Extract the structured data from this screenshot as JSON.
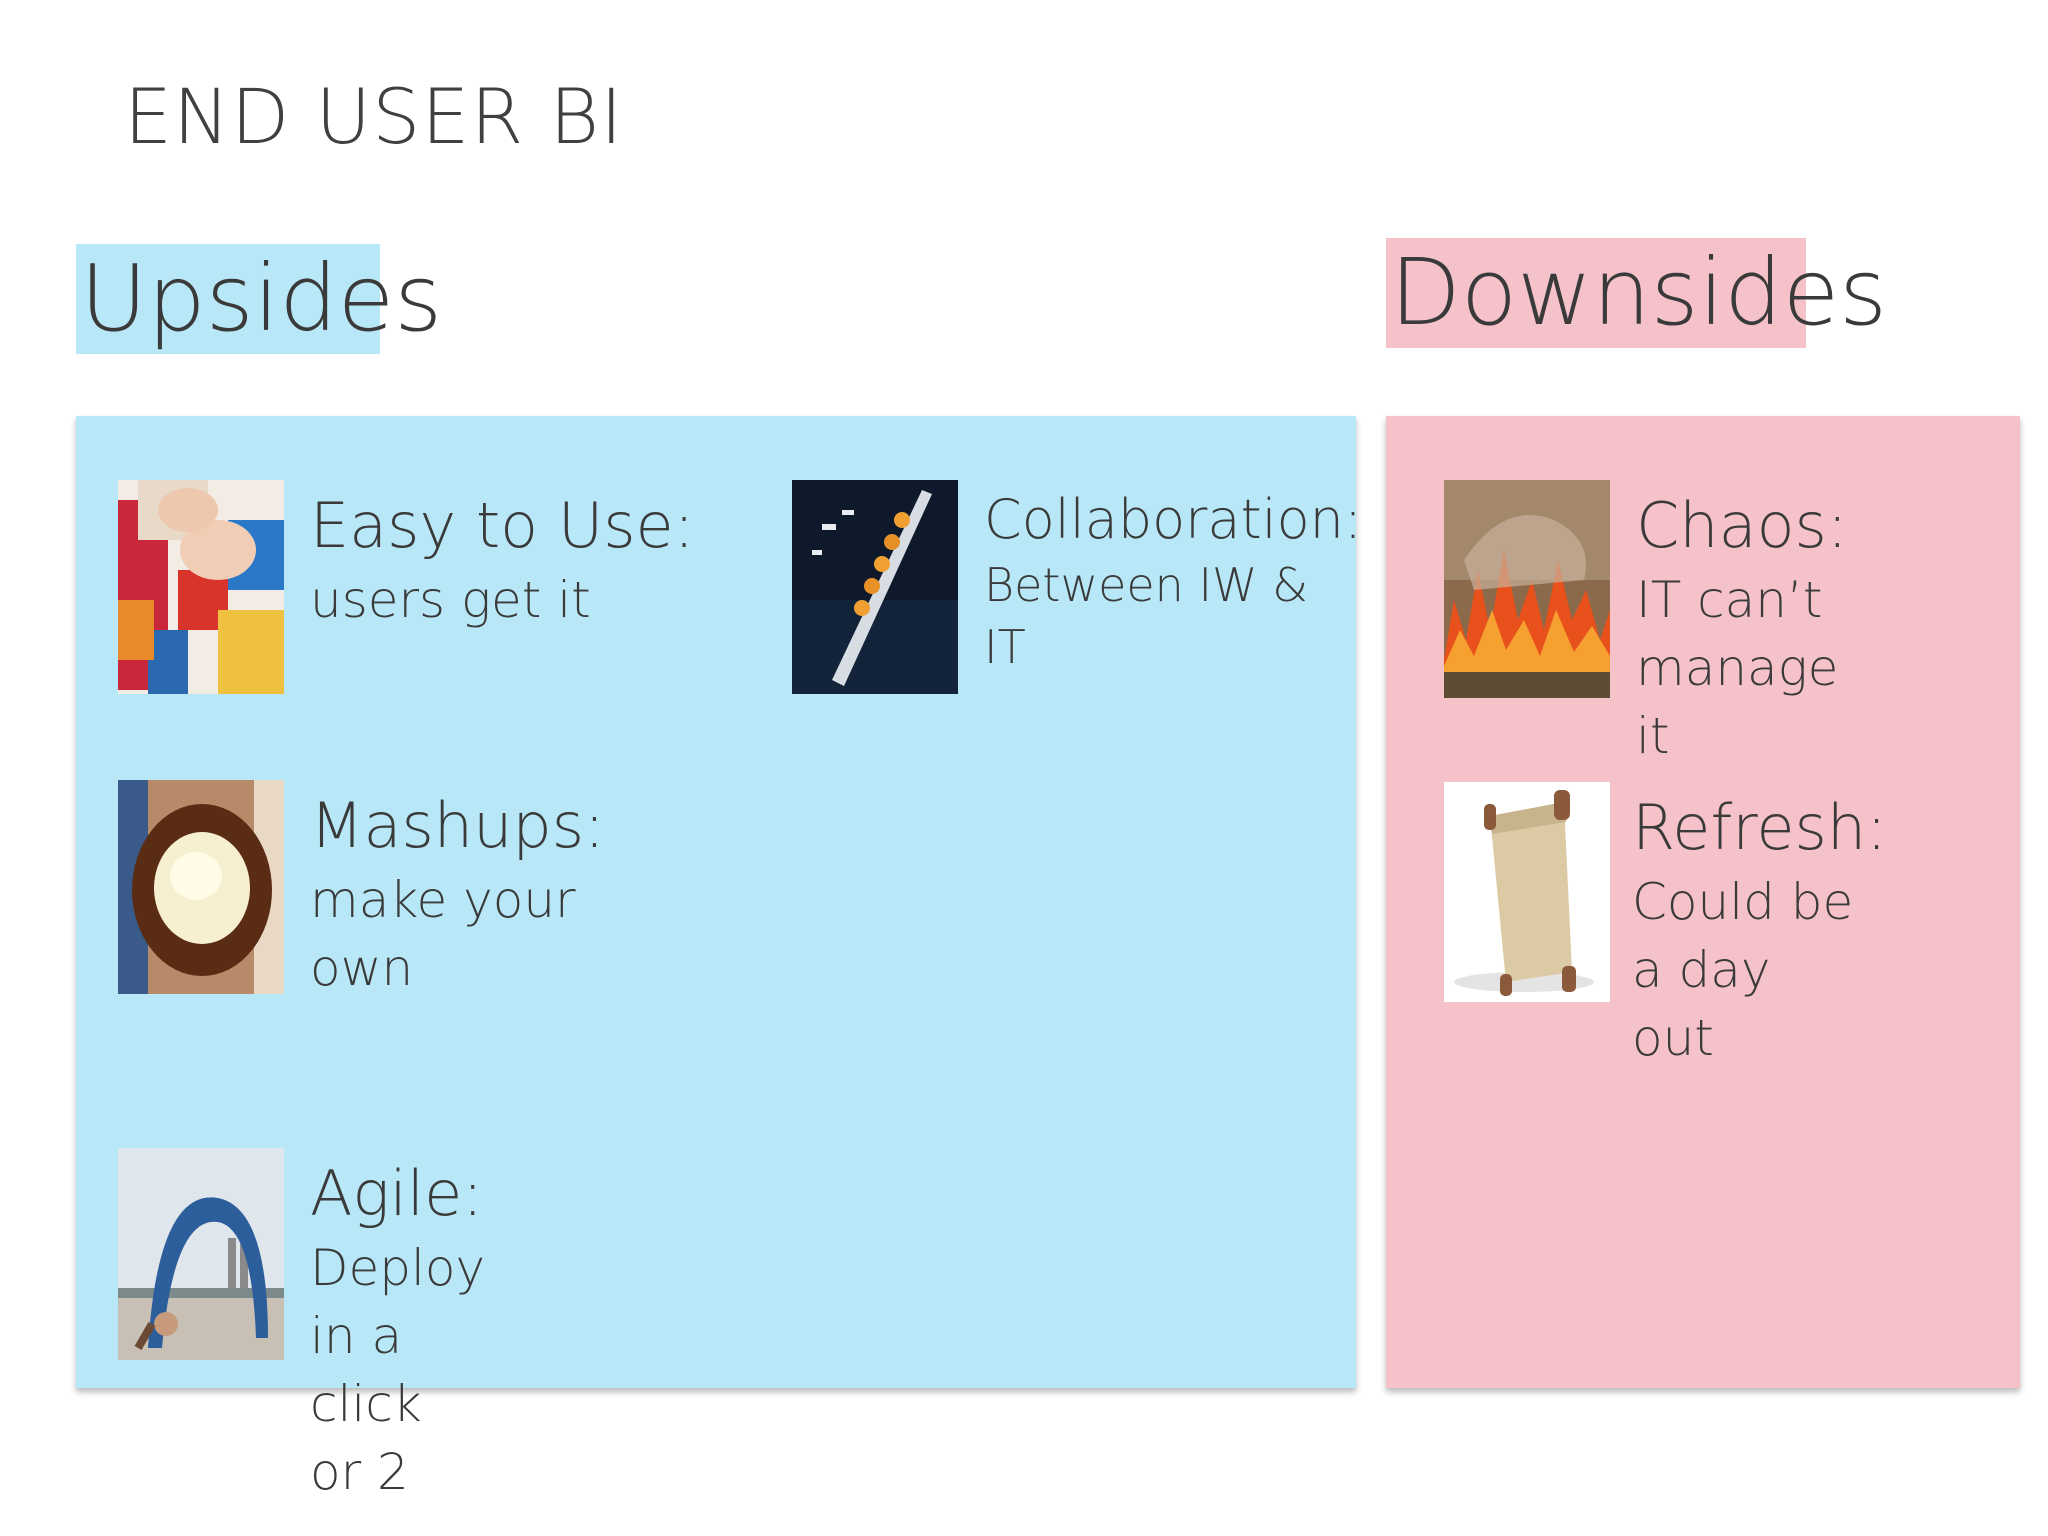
{
  "slide": {
    "title": "END USER BI"
  },
  "upsides": {
    "heading": "Upsides",
    "items": [
      {
        "title": "Easy to Use:",
        "subtitle": "users get it",
        "icon": "colorful-blocks-photo"
      },
      {
        "title": "Collaboration:",
        "subtitle": "Between IW & IT",
        "icon": "rowing-team-photo"
      },
      {
        "title": "Mashups:",
        "subtitle": "make your own",
        "icon": "mashed-potato-bowl-photo"
      },
      {
        "title": "Agile:",
        "subtitle": "Deploy in a\nclick or 2",
        "icon": "backbend-person-photo"
      }
    ]
  },
  "downsides": {
    "heading": "Downsides",
    "items": [
      {
        "title": "Chaos:",
        "subtitle": "IT can’t\nmanage it",
        "icon": "wildfire-photo"
      },
      {
        "title": "Refresh:",
        "subtitle": "Could be a day\nout",
        "icon": "scroll-photo"
      }
    ]
  },
  "colors": {
    "upsides_bg": "#b8e7f7",
    "downsides_bg": "#f4c2c8",
    "text": "#3a3a3a"
  }
}
